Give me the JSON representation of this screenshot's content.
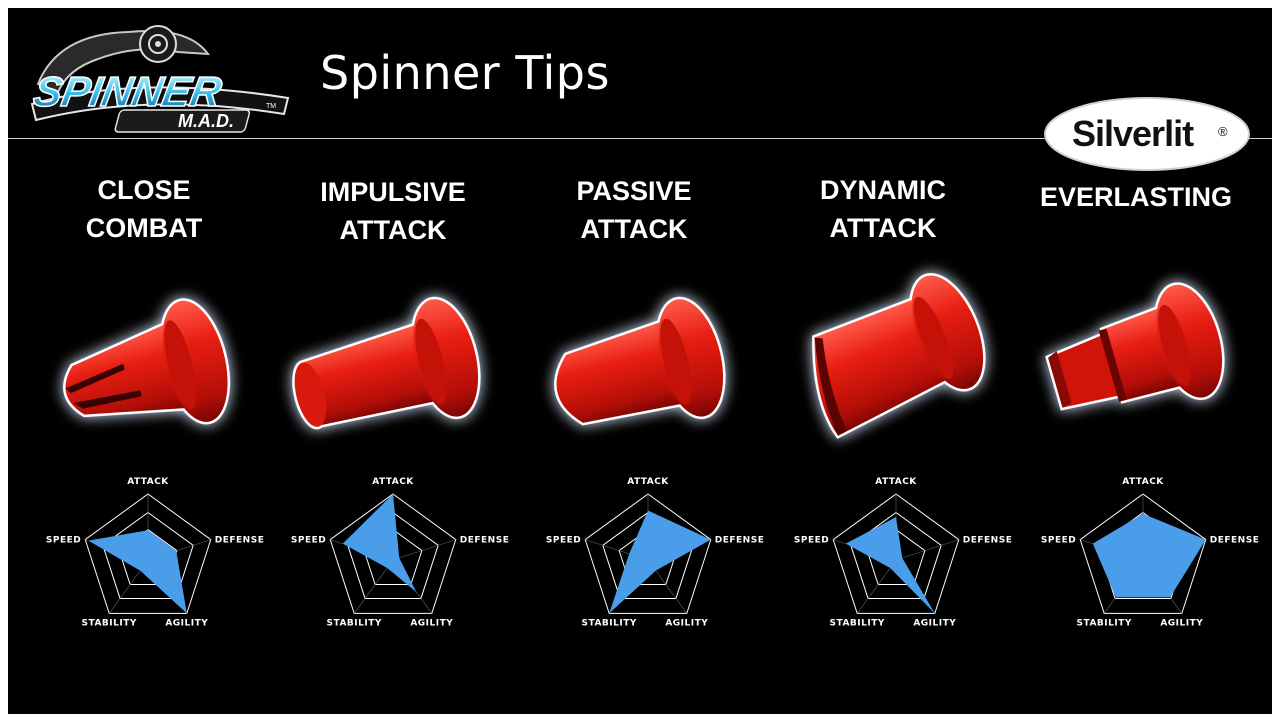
{
  "header": {
    "title": "Spinner Tips",
    "brand_logo_text": "SPINNER",
    "brand_logo_subtext": "M.A.D.",
    "trademark": "TM",
    "maker_logo_text": "Silverlit",
    "registered_mark": "®"
  },
  "colors": {
    "background": "#000000",
    "tip_red": "#e01010",
    "glow": "#2aa7ff",
    "radar_fill": "#4a9de8",
    "radar_grid": "#ffffff"
  },
  "radar_axes": [
    "ATTACK",
    "DEFENSE",
    "AGILITY",
    "STABILITY",
    "SPEED"
  ],
  "chart_data": [
    {
      "type": "radar",
      "axes": [
        "ATTACK",
        "DEFENSE",
        "AGILITY",
        "STABILITY",
        "SPEED"
      ],
      "values": [
        0.45,
        0.45,
        1.0,
        0.2,
        0.95
      ],
      "range": [
        0,
        1
      ]
    },
    {
      "type": "radar",
      "axes": [
        "ATTACK",
        "DEFENSE",
        "AGILITY",
        "STABILITY",
        "SPEED"
      ],
      "values": [
        1.0,
        0.1,
        0.6,
        0.15,
        0.8
      ],
      "range": [
        0,
        1
      ]
    },
    {
      "type": "radar",
      "axes": [
        "ATTACK",
        "DEFENSE",
        "AGILITY",
        "STABILITY",
        "SPEED"
      ],
      "values": [
        0.75,
        1.0,
        0.2,
        1.0,
        0.3
      ],
      "range": [
        0,
        1
      ]
    },
    {
      "type": "radar",
      "axes": [
        "ATTACK",
        "DEFENSE",
        "AGILITY",
        "STABILITY",
        "SPEED"
      ],
      "values": [
        0.65,
        0.1,
        1.0,
        0.15,
        0.8
      ],
      "range": [
        0,
        1
      ]
    },
    {
      "type": "radar",
      "axes": [
        "ATTACK",
        "DEFENSE",
        "AGILITY",
        "STABILITY",
        "SPEED"
      ],
      "values": [
        0.7,
        1.0,
        0.7,
        0.7,
        0.8
      ],
      "range": [
        0,
        1
      ]
    }
  ],
  "tips": [
    {
      "title_line1": "CLOSE",
      "title_line2": "COMBAT"
    },
    {
      "title_line1": "IMPULSIVE",
      "title_line2": "ATTACK"
    },
    {
      "title_line1": "PASSIVE",
      "title_line2": "ATTACK"
    },
    {
      "title_line1": "DYNAMIC",
      "title_line2": "ATTACK"
    },
    {
      "title_line1": "EVERLASTING",
      "title_line2": ""
    }
  ]
}
